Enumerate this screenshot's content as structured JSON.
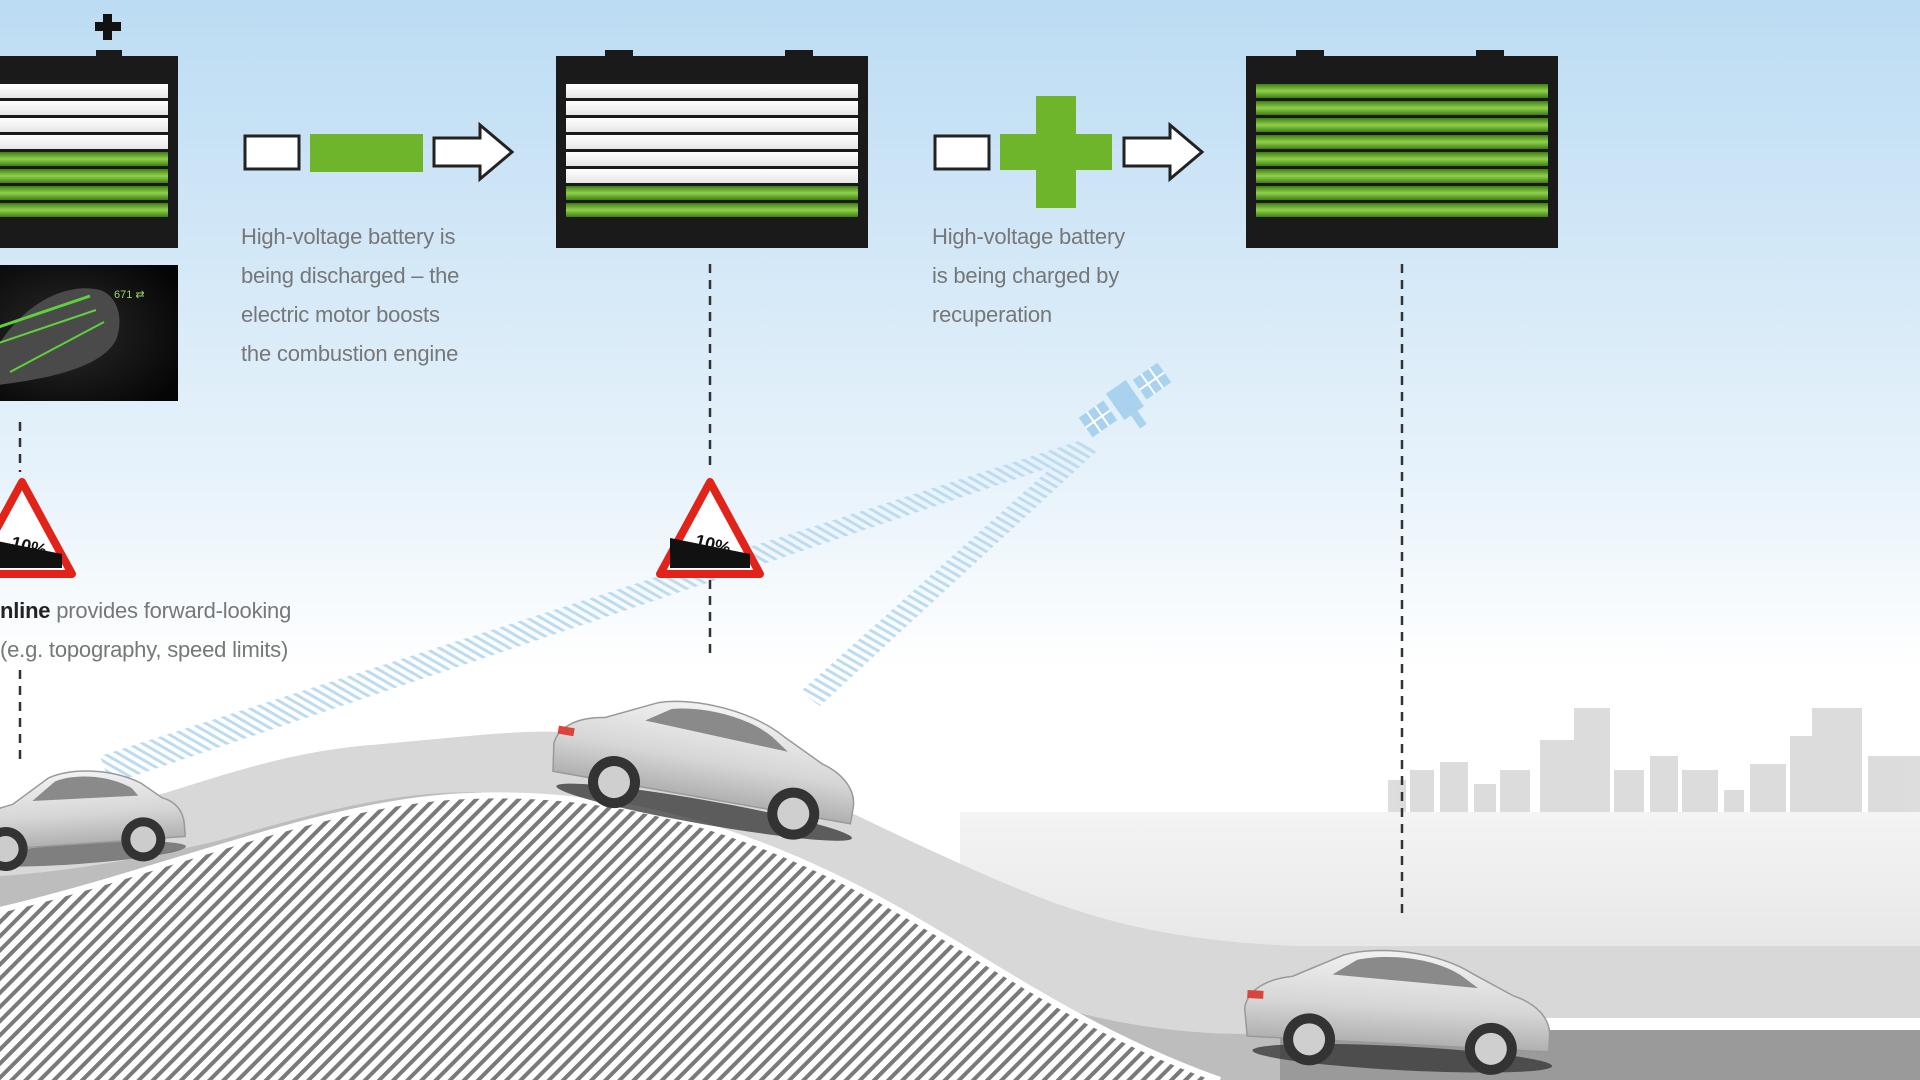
{
  "colors": {
    "sky_top": "#bcdcf3",
    "battery_green": "#6fb52c",
    "battery_frame": "#1a1a1a",
    "sign_red": "#e2231a",
    "satellite_blue": "#a9d2ee",
    "road_gray": "#d8d8d8",
    "hatch_gray": "#7a7a7a",
    "caption_text": "#777777"
  },
  "icons": [
    "battery-icon",
    "arrow-right-icon",
    "plus-icon",
    "satellite-icon",
    "gradient-warning-sign-icon",
    "car-icon",
    "city-skyline-icon"
  ],
  "batteries": [
    {
      "id": "left",
      "charge_fraction": 0.5
    },
    {
      "id": "middle",
      "charge_fraction": 0.25
    },
    {
      "id": "right",
      "charge_fraction": 1.0
    }
  ],
  "captions": {
    "discharge": [
      "High-voltage battery is",
      "being discharged – the",
      "electric motor boosts",
      "the combustion engine"
    ],
    "charge": [
      "High-voltage battery",
      "is being charged by",
      "recuperation"
    ],
    "online_bold": "nline",
    "online_rest": " provides forward-looking",
    "online_line2": "(e.g. topography, speed limits)"
  },
  "signs": [
    {
      "id": "left",
      "label": "10%"
    },
    {
      "id": "middle",
      "label": "10%"
    }
  ],
  "screen_readout": "671 ⇄"
}
